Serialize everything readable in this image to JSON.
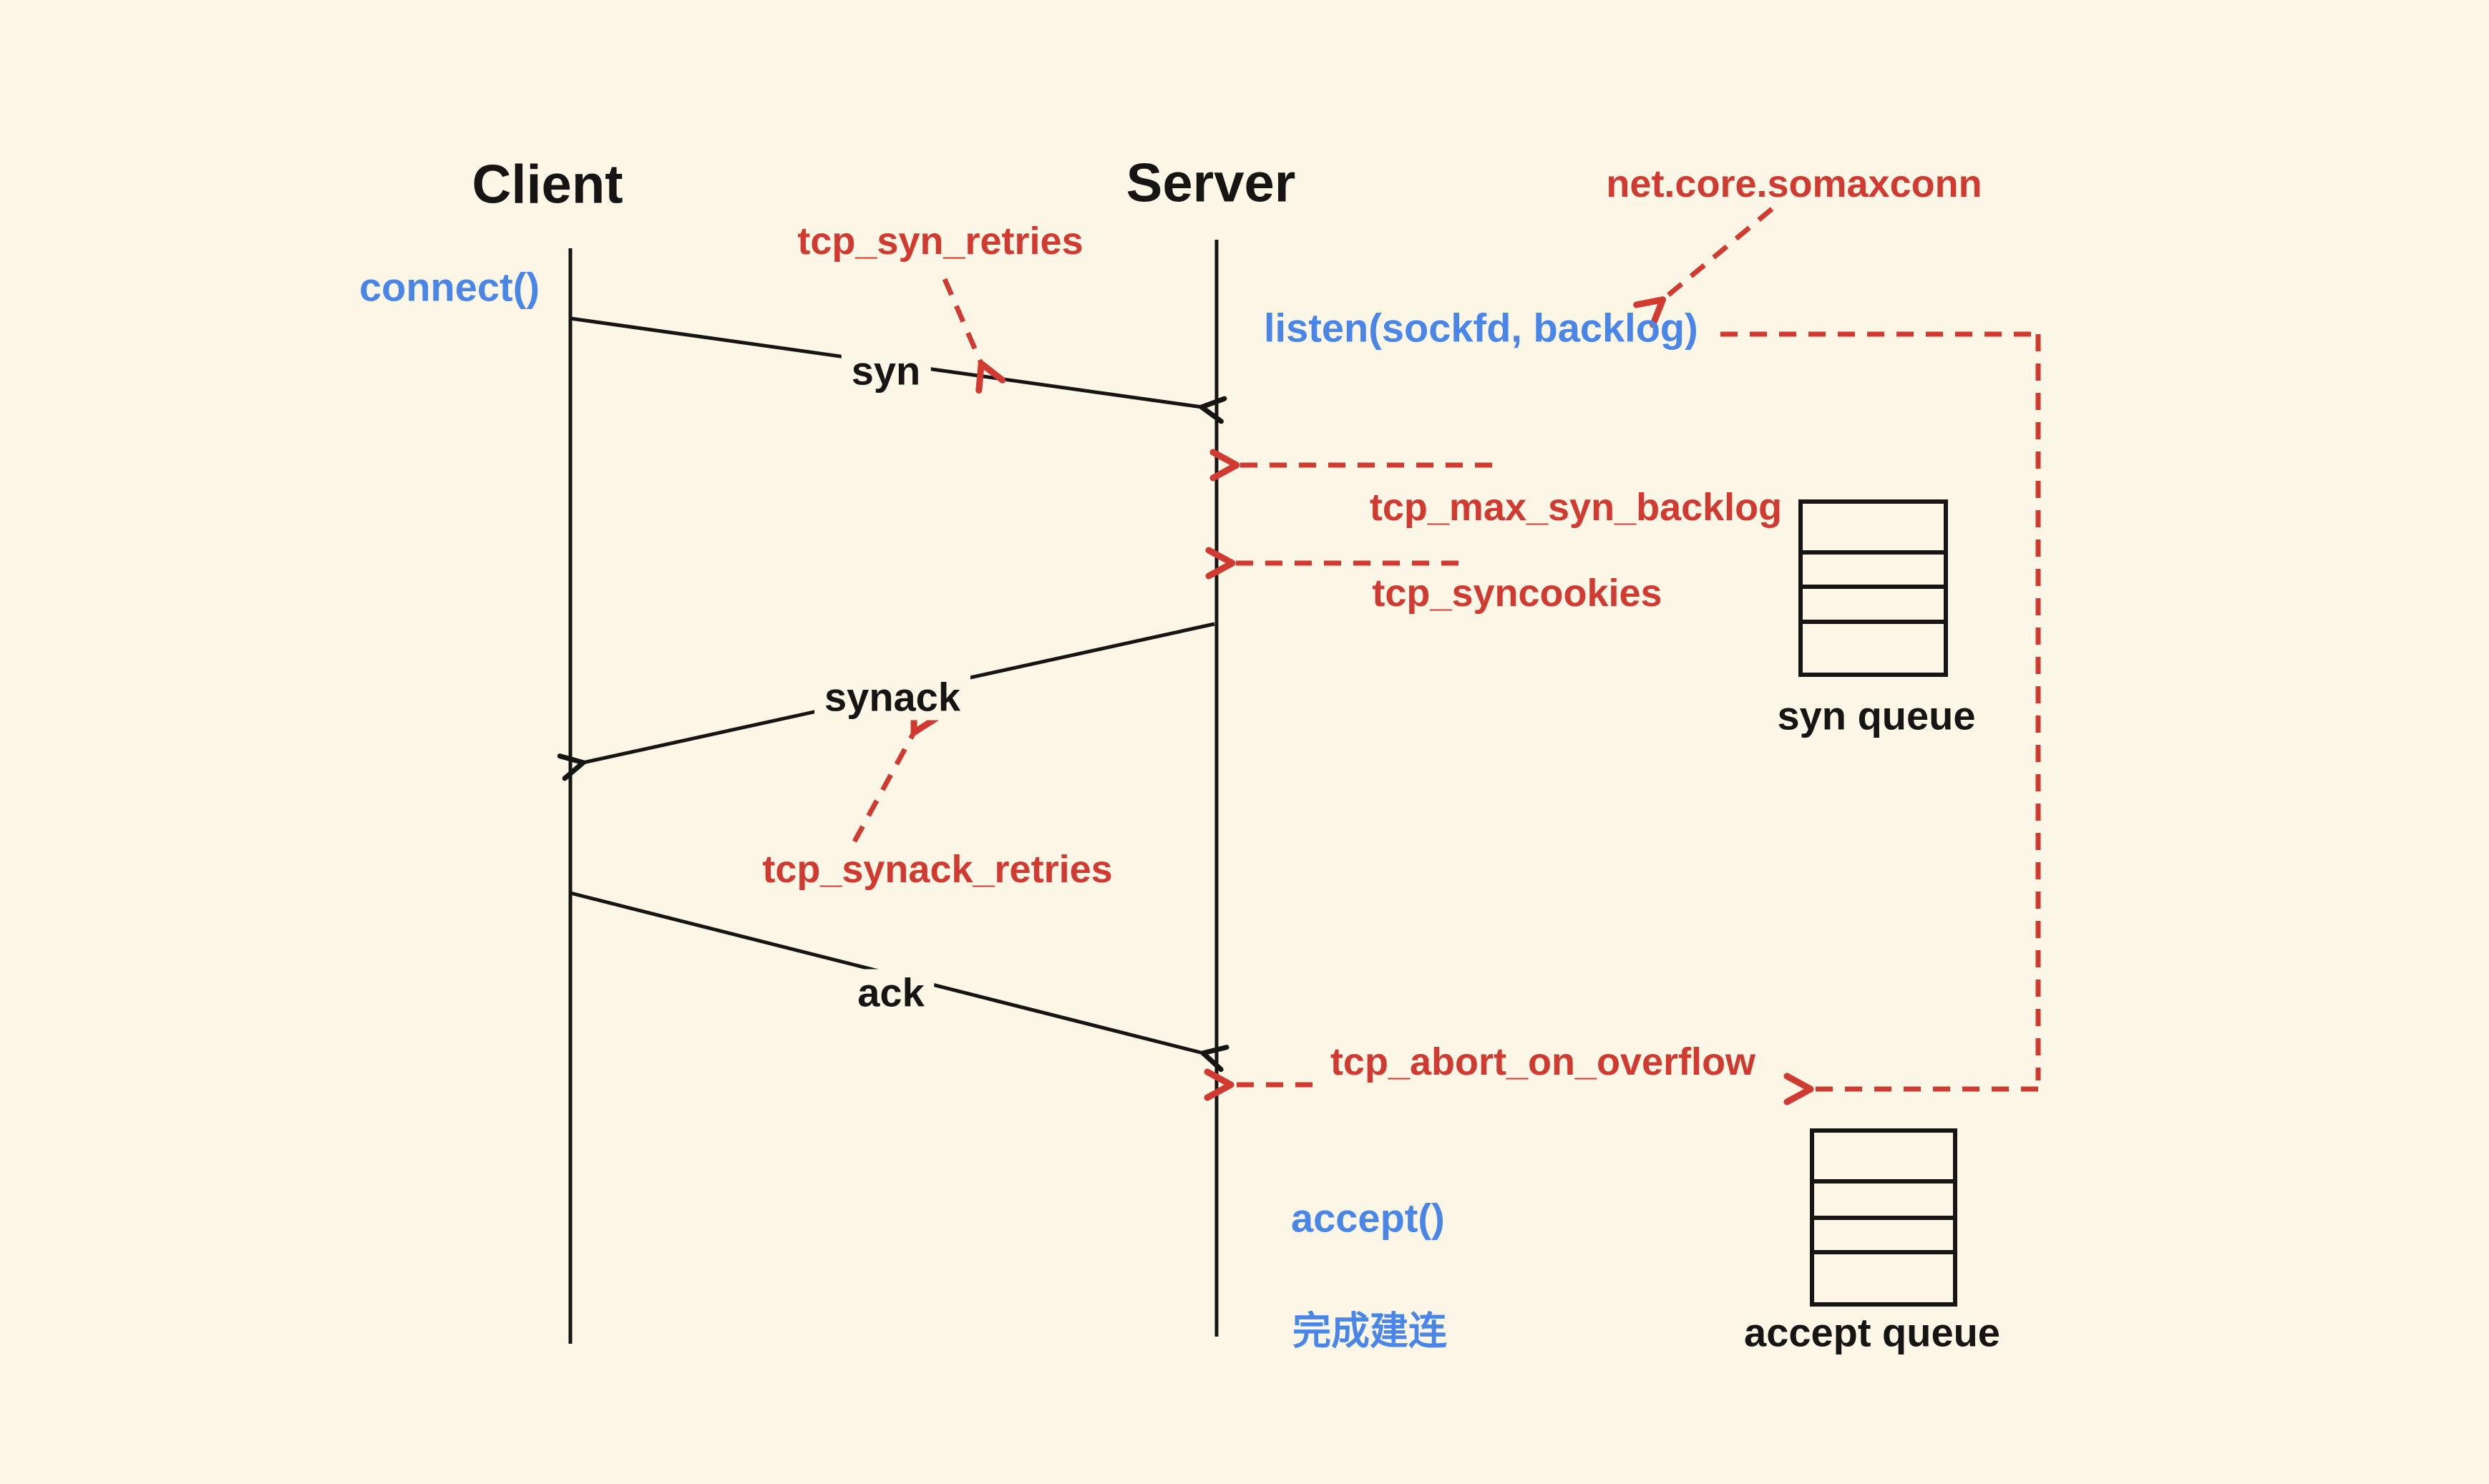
{
  "page": {
    "background": "#FBF6E6",
    "accent_red": "#D13A30",
    "accent_blue": "#4A85E8",
    "line_black": "#161514"
  },
  "actors": {
    "client": "Client",
    "server": "Server"
  },
  "messages": {
    "syn": "syn",
    "synack": "synack",
    "ack": "ack"
  },
  "syscalls": {
    "connect": "connect()",
    "listen": "listen(sockfd, backlog)",
    "accept": "accept()",
    "established": "完成建连"
  },
  "kernel_params": {
    "tcp_syn_retries": "tcp_syn_retries",
    "somaxconn": "net.core.somaxconn",
    "tcp_max_syn_backlog": "tcp_max_syn_backlog",
    "tcp_syncookies": "tcp_syncookies",
    "tcp_synack_retries": "tcp_synack_retries",
    "tcp_abort_on_overflow": "tcp_abort_on_overflow"
  },
  "queues": {
    "syn_queue": {
      "label": "syn queue",
      "slots": 4
    },
    "accept_queue": {
      "label": "accept queue",
      "slots": 4
    }
  }
}
